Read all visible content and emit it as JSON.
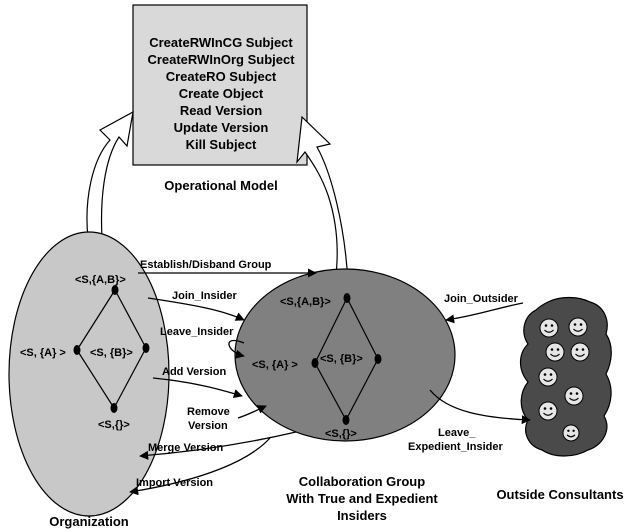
{
  "operational_model": {
    "operations": [
      "CreateRWInCG Subject",
      "CreateRWInOrg Subject",
      "CreateRO Subject",
      "Create Object",
      "Read Version",
      "Update Version",
      "Kill Subject"
    ],
    "caption": "Operational Model"
  },
  "organization": {
    "caption": "Organization",
    "nodes": {
      "top": "<S,{A,B}>",
      "left": "<S, {A} >",
      "right": "<S, {B}>",
      "bottom": "<S,{}>"
    }
  },
  "collaboration_group": {
    "caption_lines": [
      "Collaboration Group",
      "With True and Expedient",
      "Insiders"
    ],
    "nodes": {
      "top": "<S,{A,B}>",
      "left": "<S, {A} >",
      "right": "<S, {B}>",
      "bottom": "<S,{}>"
    }
  },
  "outside_consultants": {
    "caption": "Outside Consultants",
    "face_count": 8
  },
  "transitions": {
    "establish": "Establish/Disband Group",
    "join_insider": "Join_Insider",
    "leave_insider": "Leave_Insider",
    "add_version": "Add Version",
    "remove_version": [
      "Remove",
      "Version"
    ],
    "merge_version": "Merge Version",
    "import_version": "Import Version",
    "join_outsider": "Join_Outsider",
    "leave_expedient": [
      "Leave_",
      "Expedient_Insider"
    ]
  },
  "colors": {
    "box_fill": "#d9d9d9",
    "organization_fill": "#c8c8c8",
    "group_fill": "#808080",
    "cloud_fill": "#4a4a4a",
    "face_fill": "#e6e6e6"
  }
}
